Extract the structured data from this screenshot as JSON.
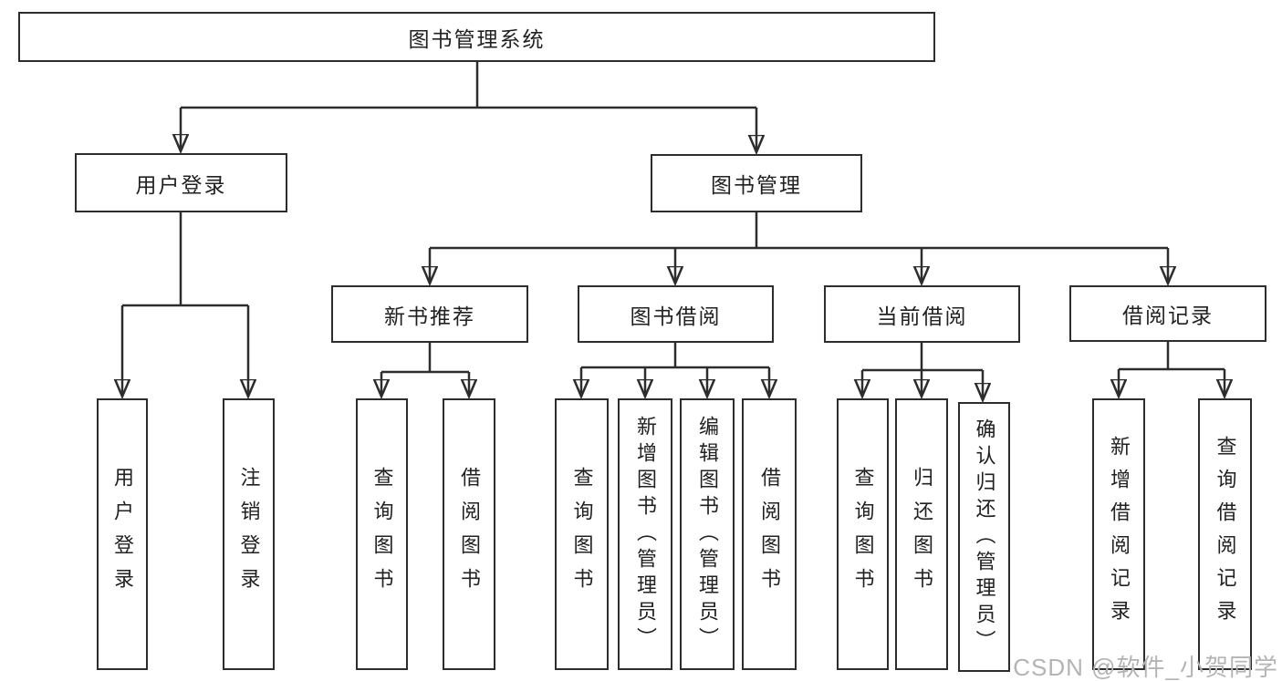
{
  "diagram": {
    "root": {
      "label": "图书管理系统"
    },
    "branches": {
      "user_login": {
        "label": "用户登录"
      },
      "book_management": {
        "label": "图书管理"
      }
    },
    "modules": {
      "new_book_recommend": {
        "label": "新书推荐"
      },
      "book_borrowing": {
        "label": "图书借阅"
      },
      "current_borrowing": {
        "label": "当前借阅"
      },
      "borrowing_records": {
        "label": "借阅记录"
      }
    },
    "leaves": {
      "user_login": {
        "label": "用户登录"
      },
      "logout": {
        "label": "注销登录"
      },
      "query_books_recommend": {
        "label": "查询图书"
      },
      "borrow_books_recommend": {
        "label": "借阅图书"
      },
      "query_books_borrowing": {
        "label": "查询图书"
      },
      "add_books_admin": {
        "label": "新增图书（管理员）"
      },
      "edit_books_admin": {
        "label": "编辑图书（管理员）"
      },
      "borrow_books": {
        "label": "借阅图书"
      },
      "query_books_current": {
        "label": "查询图书"
      },
      "return_books": {
        "label": "归还图书"
      },
      "confirm_return_admin": {
        "label": "确认归还（管理员）"
      },
      "add_borrow_record": {
        "label": "新增借阅记录"
      },
      "query_borrow_record": {
        "label": "查询借阅记录"
      }
    }
  },
  "watermark": {
    "label": "CSDN @软件_小贺同学"
  },
  "colors": {
    "line": "#2d2d2d",
    "text": "#212121",
    "box_background": "#ffffff",
    "watermark": "#b4b4b4"
  }
}
